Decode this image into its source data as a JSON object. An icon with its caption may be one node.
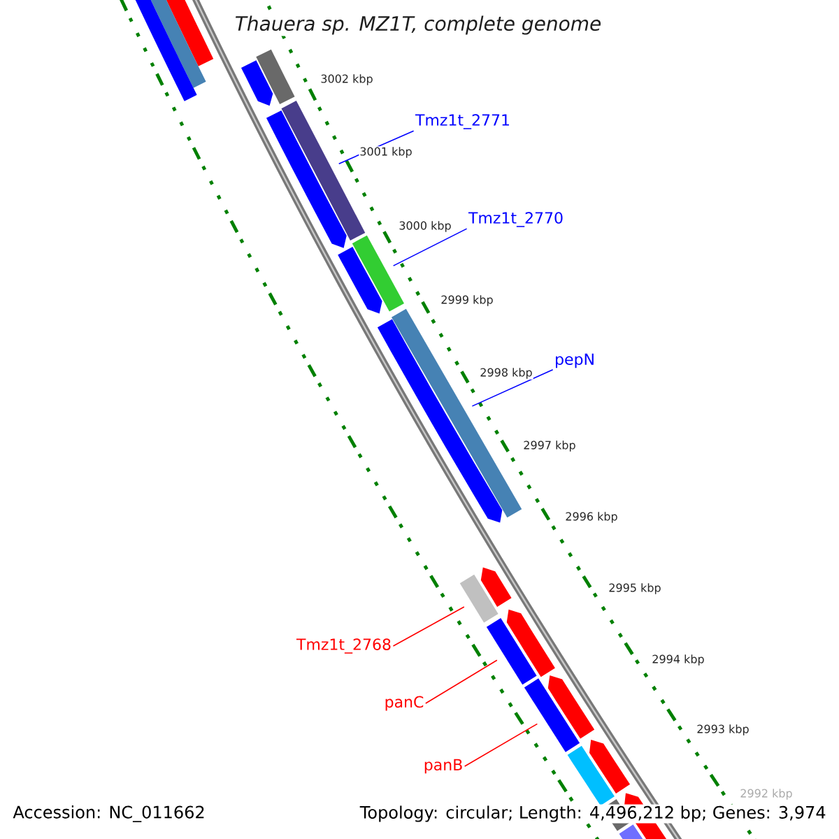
{
  "diagram": {
    "title": "Thauera sp. MZ1T, complete genome",
    "nodes": [
      {
        "text": [
          "Tmz1t_2771"
        ]
      },
      {
        "text": [
          "Tmz1t_2770"
        ]
      },
      {
        "text": [
          "pepN"
        ]
      },
      {
        "text": [
          "Tmz1t_2768"
        ]
      },
      {
        "text": [
          "panC"
        ]
      },
      {
        "text": [
          "panB"
        ]
      },
      {
        "text": [],
        "shape": "box"
      },
      {
        "text": [],
        "shape": "box"
      },
      {
        "text": [],
        "shape": "box"
      },
      {
        "text": [],
        "shape": "box"
      },
      {
        "text": [],
        "shape": "box"
      },
      {
        "text": [],
        "shape": "box"
      }
    ],
    "edges": [
      {
        "from": 0,
        "to": 6,
        "arrow": "none",
        "color": "#0000ff"
      },
      {
        "from": 1,
        "to": 7,
        "arrow": "none",
        "color": "#0000ff"
      },
      {
        "from": 2,
        "to": 8,
        "arrow": "none",
        "color": "#0000ff"
      },
      {
        "from": 3,
        "to": 9,
        "arrow": "none",
        "color": "#ff0000"
      },
      {
        "from": 4,
        "to": 10,
        "arrow": "none",
        "color": "#ff0000"
      },
      {
        "from": 5,
        "to": 11,
        "arrow": "none",
        "color": "#ff0000"
      }
    ],
    "labels": [
      "3002 kbp",
      "3001 kbp",
      "3000 kbp",
      "2999 kbp",
      "2998 kbp",
      "2997 kbp",
      "2996 kbp",
      "2995 kbp",
      "2994 kbp",
      "2993 kbp",
      "2992 kbp",
      "Accession: NC_011662",
      "Topology: circular; Length: 4,496,212 bp; Genes: 3,974"
    ]
  }
}
